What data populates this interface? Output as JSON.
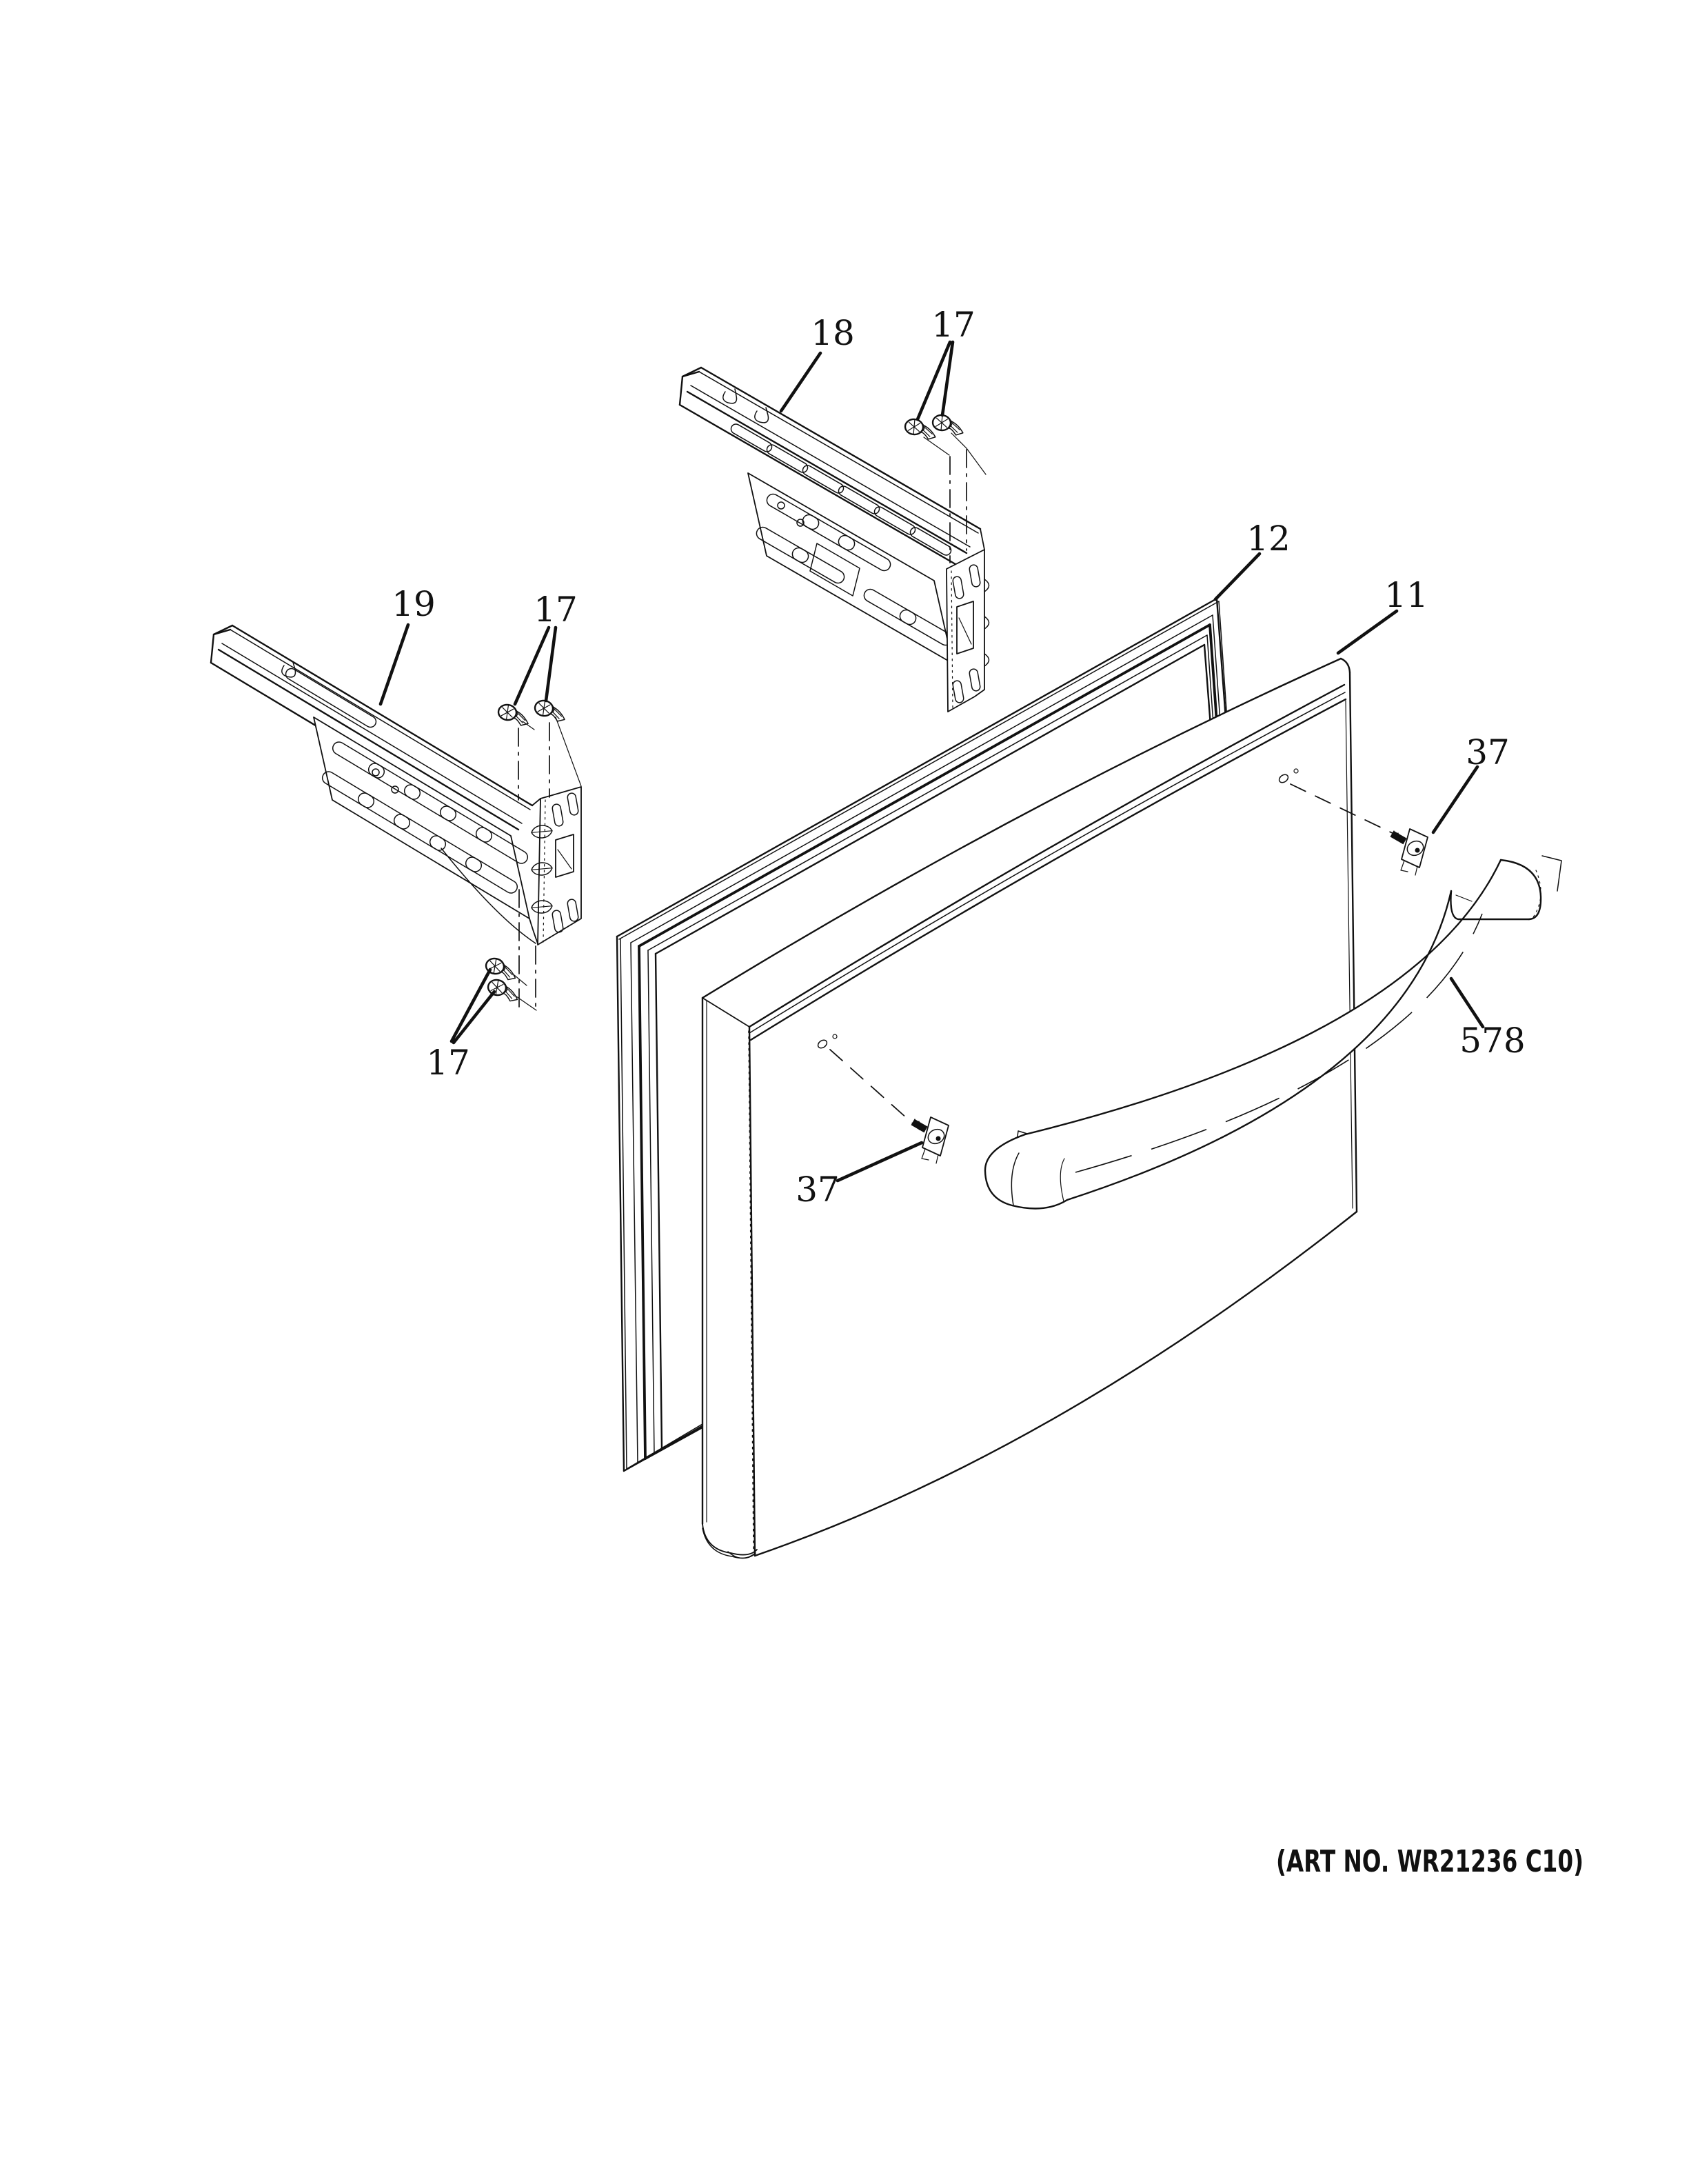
{
  "colors": {
    "background": "#ffffff",
    "ink": "#111111"
  },
  "callouts": {
    "bracket_top": {
      "label": "18"
    },
    "bracket_top_screws": {
      "label": "17"
    },
    "bracket_left": {
      "label": "19"
    },
    "bracket_left_screws_upper": {
      "label": "17"
    },
    "bracket_left_screws_lower": {
      "label": "17"
    },
    "gasket": {
      "label": "12"
    },
    "door": {
      "label": "11"
    },
    "handle_fastener_right": {
      "label": "37"
    },
    "handle_fastener_left": {
      "label": "37"
    },
    "handle": {
      "label": "578"
    }
  },
  "footer": {
    "art_no": "(ART NO. WR21236 C10)"
  }
}
